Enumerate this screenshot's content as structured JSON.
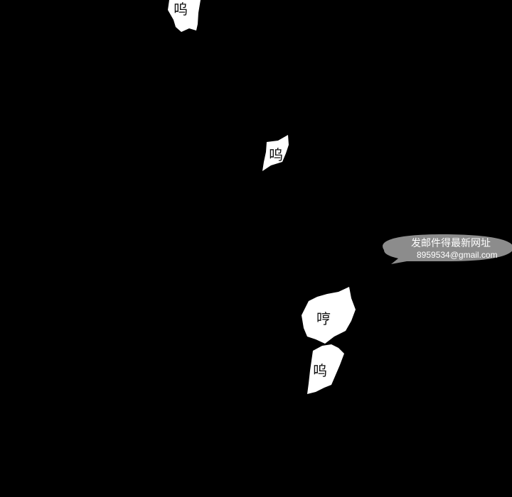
{
  "sound_effects": [
    {
      "text": "呜"
    },
    {
      "text": "呜"
    },
    {
      "text": "哼"
    },
    {
      "text": "呜"
    }
  ],
  "watermark": {
    "line1": "发邮件得最新网址",
    "line2": "8959534@gmail.com"
  },
  "colors": {
    "background": "#000000",
    "bubble": "#ffffff",
    "watermark_bubble": "#8c8c8c",
    "watermark_text": "#ffffff"
  }
}
